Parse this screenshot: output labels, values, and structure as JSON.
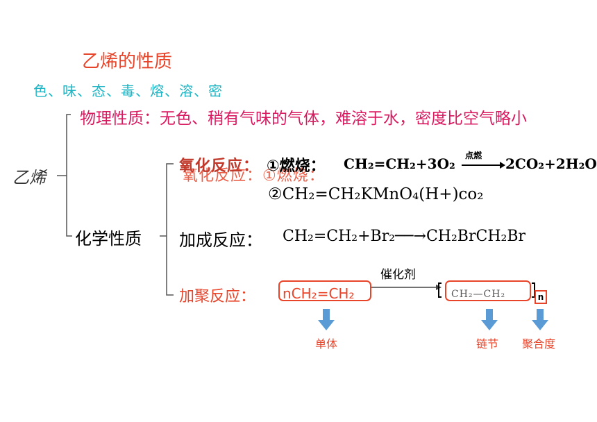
{
  "title": "乙烯的性质",
  "hint": "色、味、态、毒、熔、溶、密",
  "root": "乙烯",
  "physical": {
    "text": "物理性质：无色、稍有气味的气体，难溶于水，密度比空气略小"
  },
  "chemical": {
    "label": "化学性质",
    "oxidation": {
      "label": "氧化反应：",
      "ghost_label": "氧化反应：①燃烧：",
      "combustion_label": "①燃烧：",
      "combustion_eq_left": "CH₂=CH₂+3O₂",
      "combustion_condition": "点燃",
      "combustion_eq_right": "2CO₂+2H₂O",
      "kmno4": "②CH₂=CH₂KMnO₄(H+)co₂"
    },
    "addition": {
      "label": "加成反应：",
      "equation": "CH₂=CH₂+Br₂──→CH₂BrCH₂Br"
    },
    "polymerization": {
      "label": "加聚反应：",
      "monomer": "nCH₂=CH₂",
      "catalyst": "催化剂",
      "chain": "CH₂—CH₂",
      "n": "n",
      "labels": {
        "monomer": "单体",
        "chain_unit": "链节",
        "degree": "聚合度"
      }
    }
  },
  "colors": {
    "accent": "#e8442a",
    "physical": "#d81b60",
    "hint": "#1fb5c4",
    "arrow": "#5b9bd5"
  }
}
